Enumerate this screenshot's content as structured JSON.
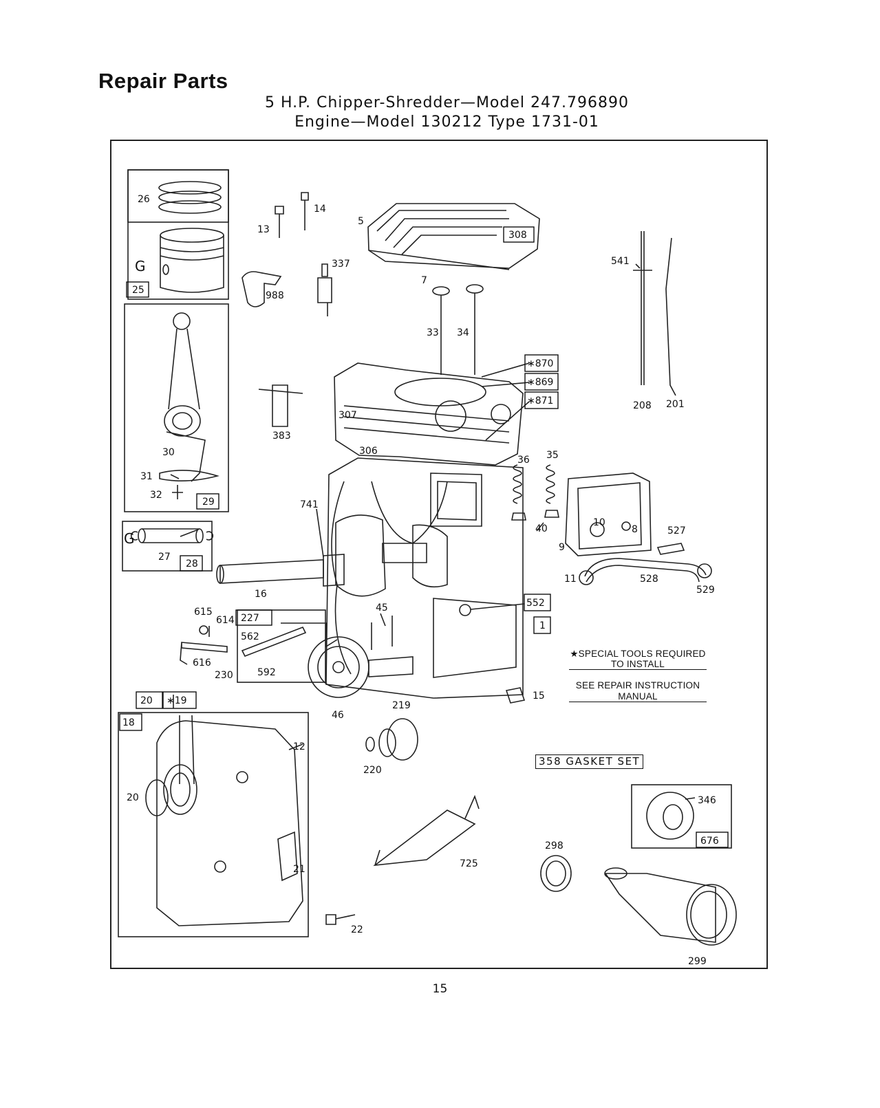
{
  "header": {
    "title": "Repair Parts",
    "subtitle_line1": "5 H.P. Chipper-Shredder—Model 247.796890",
    "subtitle_line2": "Engine—Model 130212 Type 1731-01"
  },
  "notes": {
    "special_tools_line1": "★SPECIAL TOOLS REQUIRED",
    "special_tools_line2": "TO INSTALL",
    "repair_manual_line1": "SEE REPAIR INSTRUCTION",
    "repair_manual_line2": "MANUAL",
    "gasket_set": "358 GASKET SET"
  },
  "part_labels": {
    "p26": "26",
    "p25": "25",
    "p13": "13",
    "p14": "14",
    "p5": "5",
    "p308": "308",
    "p337": "337",
    "p988": "988",
    "p7": "7",
    "p541": "541",
    "p33": "33",
    "p34": "34",
    "p870": "∗870",
    "p869": "∗869",
    "p871": "∗871",
    "p208": "208",
    "p201": "201",
    "p383": "383",
    "p307": "307",
    "p306": "306",
    "p30": "30",
    "p31": "31",
    "p32": "32",
    "p29": "29",
    "p36": "36",
    "p35": "35",
    "p741": "741",
    "p40": "40",
    "p10": "10",
    "p8": "8",
    "p527": "527",
    "p9": "9",
    "p27": "27",
    "p28": "28",
    "p11": "11",
    "p528": "528",
    "p529": "529",
    "p16": "16",
    "p552": "552",
    "p1": "1",
    "p615": "615",
    "p614": "614",
    "p227": "227",
    "p45": "45",
    "p562": "562",
    "p616": "616",
    "p592": "592",
    "p230": "230",
    "p15": "15",
    "p20a": "20",
    "p19": "∗19",
    "p46": "46",
    "p219": "219",
    "p18": "18",
    "p12": "12",
    "p220": "220",
    "p20b": "20",
    "p346": "346",
    "p676": "676",
    "p725": "725",
    "p298": "298",
    "p21": "21",
    "p22": "22",
    "p299": "299"
  },
  "footer": {
    "page_number": "15"
  }
}
